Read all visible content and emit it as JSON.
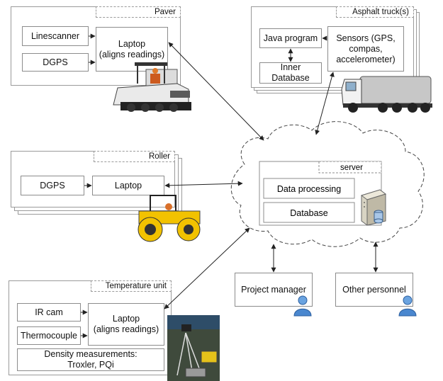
{
  "paver": {
    "title": "Paver",
    "linescanner": "Linescanner",
    "dgps": "DGPS",
    "laptop": "Laptop\n(aligns readings)"
  },
  "truck": {
    "title": "Asphalt truck(s)",
    "java": "Java program",
    "sensors": "Sensors (GPS,\ncompas,\naccelerometer)",
    "inner_db": "Inner\nDatabase"
  },
  "roller": {
    "title": "Roller",
    "dgps": "DGPS",
    "laptop": "Laptop"
  },
  "server": {
    "title": "server",
    "processing": "Data processing",
    "database": "Database"
  },
  "temperature": {
    "title": "Temperature unit",
    "ir_cam": "IR cam",
    "thermocouple": "Thermocouple",
    "laptop": "Laptop\n(aligns readings)",
    "density": "Density measurements:\nTroxler, PQi"
  },
  "people": {
    "project_manager": "Project manager",
    "other_personnel": "Other personnel"
  },
  "icons": [
    "paver-image",
    "dump-truck-image",
    "road-roller-image",
    "temperature-equipment-image",
    "server-computer-icon",
    "user-icon"
  ]
}
